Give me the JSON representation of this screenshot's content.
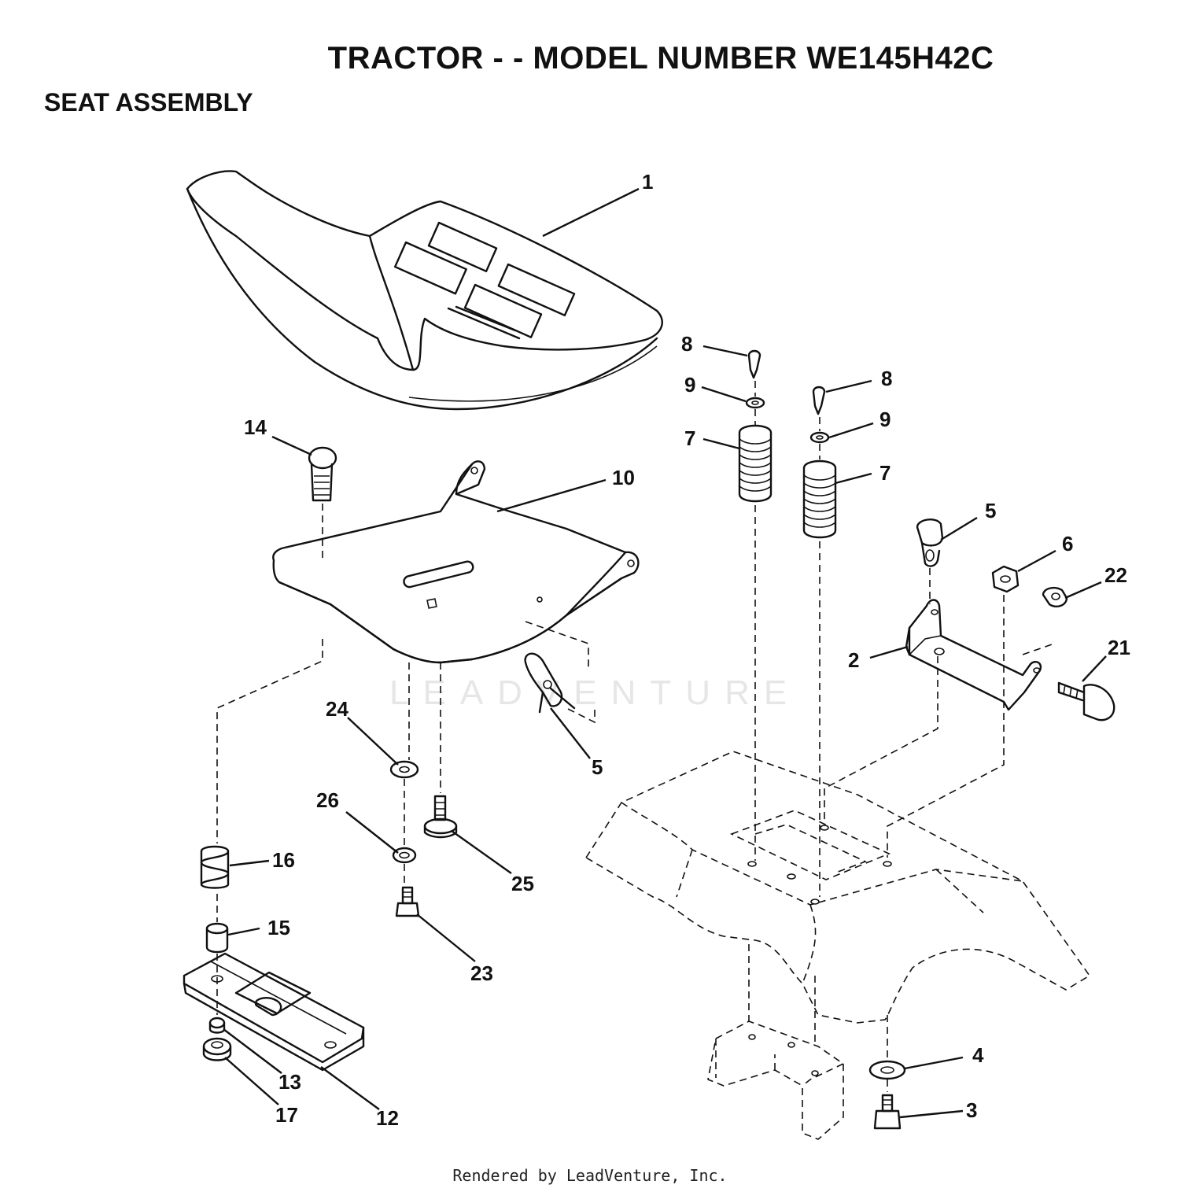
{
  "header": {
    "title": "TRACTOR - - MODEL NUMBER WE145H42C",
    "section": "SEAT ASSEMBLY"
  },
  "watermark": "LEADVENTURE",
  "footer": "Rendered by LeadVenture, Inc.",
  "callouts": {
    "c1": "1",
    "c2": "2",
    "c3": "3",
    "c4": "4",
    "c5a": "5",
    "c5b": "5",
    "c6": "6",
    "c7a": "7",
    "c7b": "7",
    "c8a": "8",
    "c8b": "8",
    "c9a": "9",
    "c9b": "9",
    "c10": "10",
    "c12": "12",
    "c13": "13",
    "c14": "14",
    "c15": "15",
    "c16": "16",
    "c17": "17",
    "c21": "21",
    "c22": "22",
    "c23": "23",
    "c24": "24",
    "c25": "25",
    "c26": "26"
  }
}
